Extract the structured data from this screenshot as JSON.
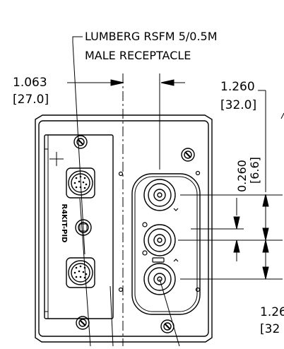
{
  "callout": {
    "line1": "LUMBERG RSFM 5/0.5M",
    "line2": "MALE RECEPTACLE"
  },
  "dims": {
    "left_in": "1.063",
    "left_mm": "[27.0]",
    "top_right_in": "1.260",
    "top_right_mm": "[32.0]",
    "spacing_in": "0.260",
    "spacing_mm": "[6.6]",
    "bottom_right_in": "1.26",
    "bottom_right_mm": "[32"
  },
  "panel": {
    "vertical_label": "R4KIT-PID"
  }
}
